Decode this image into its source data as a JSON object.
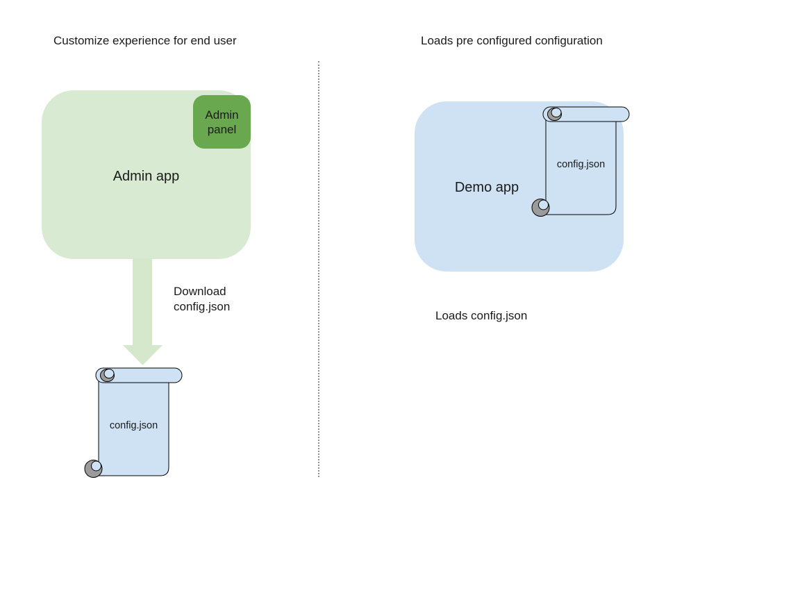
{
  "colors": {
    "canvas-bg": "#ffffff",
    "green-box": "#d9ead3",
    "green-panel": "#6aa84f",
    "arrow-green": "#d6e8cc",
    "blue-fill": "#cfe2f3",
    "curl-gray": "#9b9b9b",
    "outline": "#000000",
    "divider-gray": "#8f8f8f",
    "text-color": "#1a1a1a"
  },
  "left": {
    "heading": "Customize experience for end user",
    "app_label": "Admin app",
    "panel_label": "Admin panel",
    "arrow_caption": "Download config.json",
    "file_label": "config.json"
  },
  "right": {
    "heading": "Loads pre configured configuration",
    "app_label": "Demo app",
    "file_label": "config.json",
    "caption": "Loads config.json"
  }
}
